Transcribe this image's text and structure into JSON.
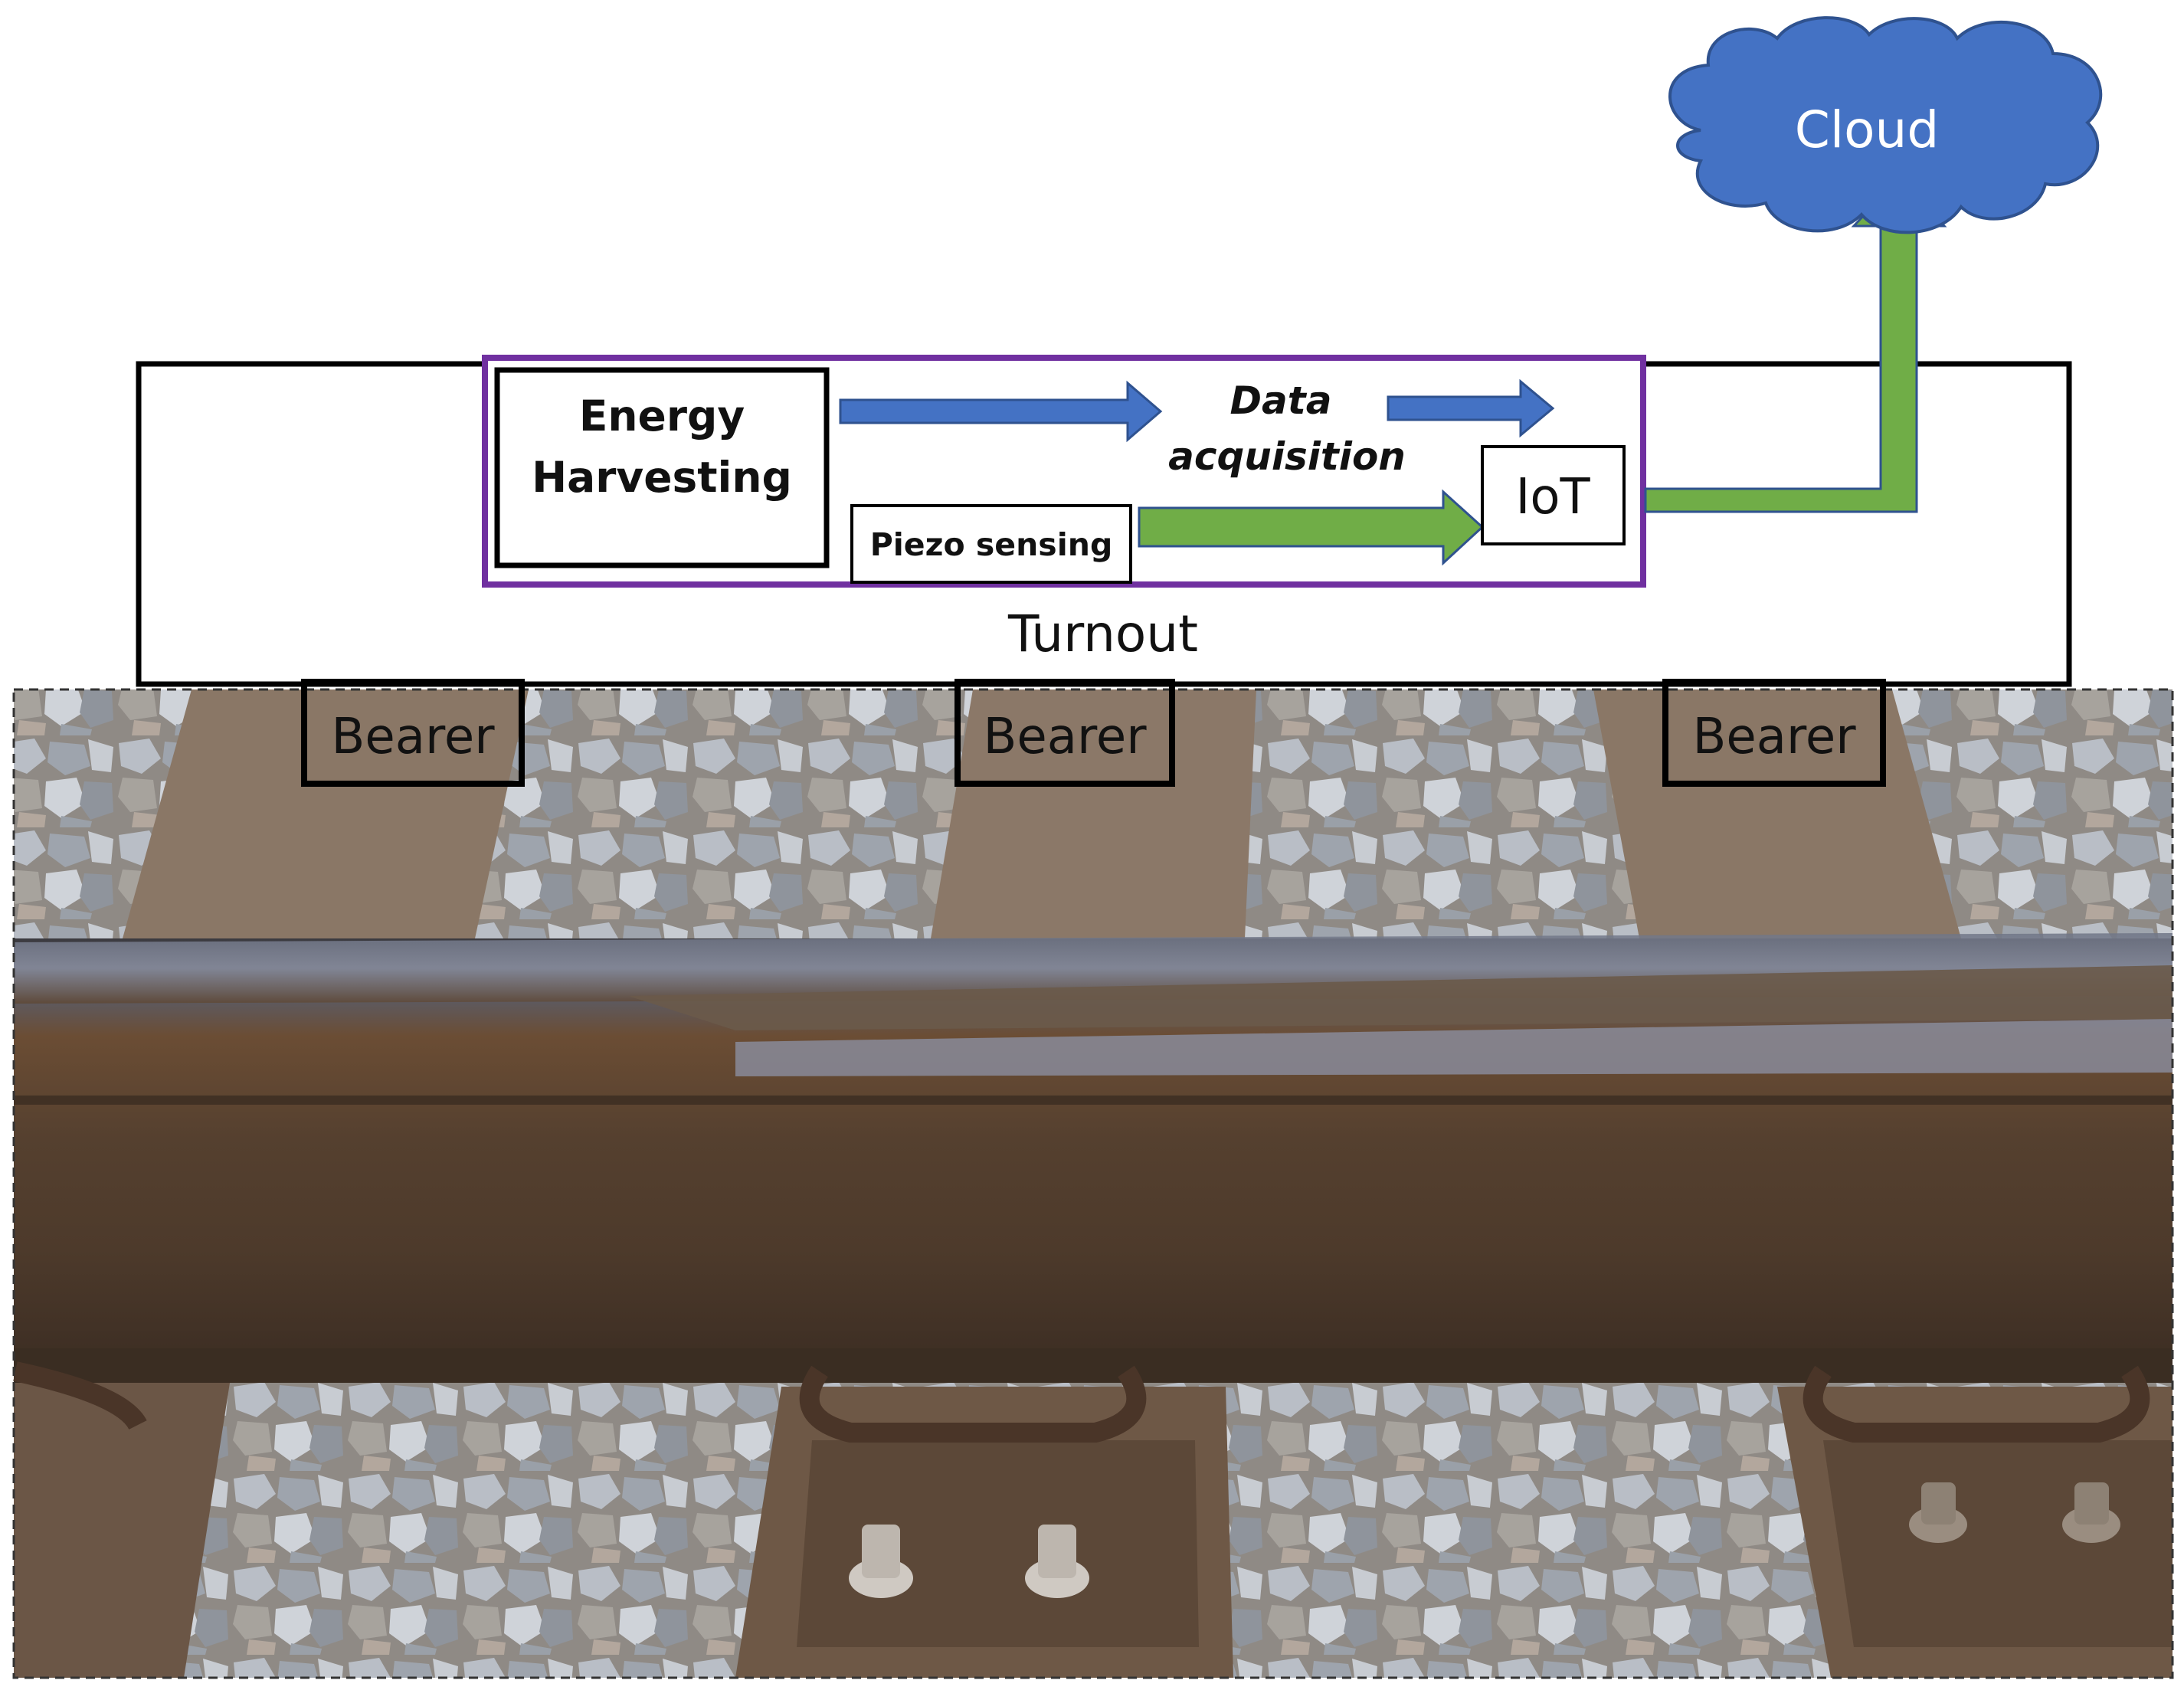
{
  "labels": {
    "cloud": "Cloud",
    "energy_harvesting_line1": "Energy",
    "energy_harvesting_line2": "Harvesting",
    "data_acquisition_line1": "Data",
    "data_acquisition_line2": "acquisition",
    "piezo_sensing": "Piezo sensing",
    "iot": "IoT",
    "turnout": "Turnout",
    "bearer_1": "Bearer",
    "bearer_2": "Bearer",
    "bearer_3": "Bearer"
  },
  "colors": {
    "cloud_fill": "#4472C4",
    "blue_arrow": "#4472C4",
    "green_arrow": "#70AD47",
    "system_border": "#7030A0",
    "box_border": "#000000",
    "rail_steel": "#4a3a2c",
    "ballast": "#a9adb3",
    "bearer_concrete": "#8a7766"
  },
  "photo": {
    "description_icon": "railway-turnout-photo"
  }
}
